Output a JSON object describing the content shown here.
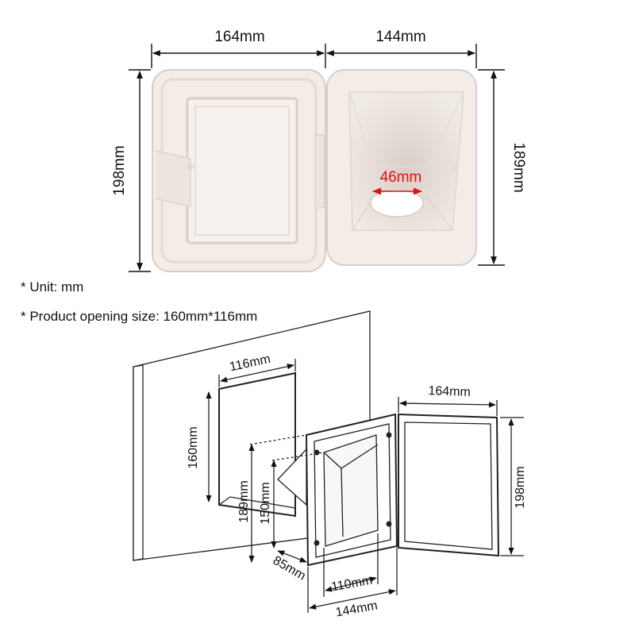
{
  "photo_dimensions": {
    "lid_width": "164mm",
    "body_width": "144mm",
    "lid_height": "198mm",
    "body_height": "189mm",
    "drain_hole": "46mm"
  },
  "notes": {
    "unit": "* Unit: mm",
    "opening": "* Product opening size: 160mm*116mm"
  },
  "drawing_dimensions": {
    "opening_width": "116mm",
    "opening_height": "160mm",
    "body_height": "189mm",
    "inner_height": "150mm",
    "depth": "85mm",
    "inner_width": "110mm",
    "body_width": "144mm",
    "lid_width": "164mm",
    "lid_height": "198mm"
  },
  "colors": {
    "product": "#f3ece7",
    "product_shade": "#e6dcd5",
    "dimension_line": "#111111",
    "highlight": "#e01010"
  }
}
